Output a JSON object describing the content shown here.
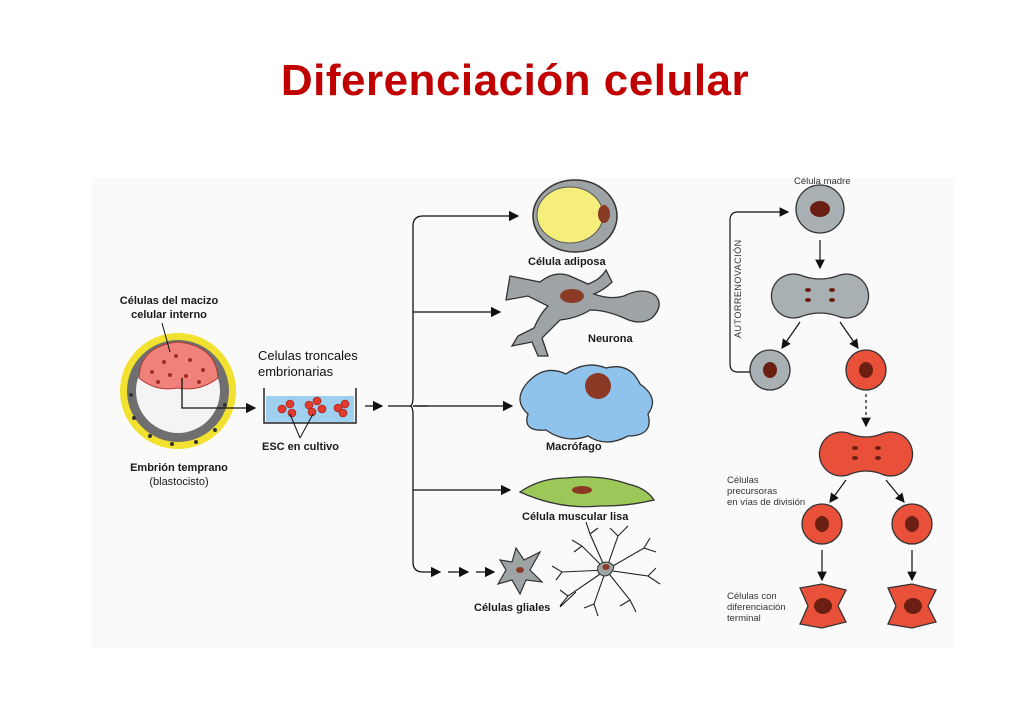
{
  "title": "Diferenciación celular",
  "left": {
    "icm_label_1": "Células del macizo",
    "icm_label_2": "celular interno",
    "esc_label_1": "Celulas troncales",
    "esc_label_2": "embrionarias",
    "culture_label": "ESC en cultivo",
    "embryo_label_1": "Embrión temprano",
    "embryo_label_2": "(blastocisto)"
  },
  "cell_types": {
    "adipose": "Célula adiposa",
    "neuron": "Neurona",
    "macrophage": "Macrófago",
    "smooth_muscle": "Célula muscular lisa",
    "glial": "Células gliales"
  },
  "right": {
    "stem_cell": "Célula madre",
    "self_renewal": "AUTORRENOVACIÓN",
    "precursors_1": "Células",
    "precursors_2": "precursoras",
    "precursors_3": "en vías de división",
    "terminal_1": "Células con",
    "terminal_2": "diferenciación",
    "terminal_3": "terminal"
  },
  "colors": {
    "title": "#c00000",
    "stem_gray": "#a9b0b3",
    "precursor_red": "#e8503a",
    "nucleus": "#6b1f12",
    "adipose_yellow": "#f5ee7a",
    "macrophage_blue": "#8fc3ec",
    "muscle_green": "#9cc85a",
    "blastocyst_ring": "#f2e12e"
  }
}
